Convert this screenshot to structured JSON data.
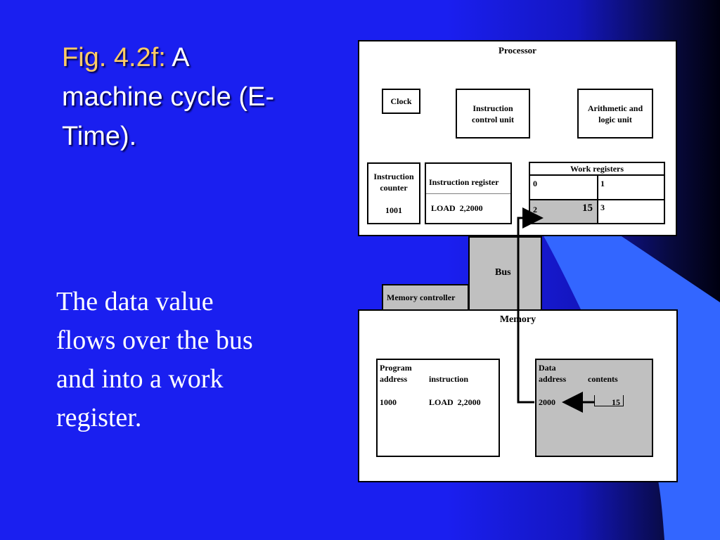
{
  "slide": {
    "title_fig": "Fig. 4.2f:",
    "title_rest": " A machine cycle (E-Time).",
    "body": "The data value flows over the bus and into a work register."
  },
  "processor": {
    "label": "Processor",
    "clock": "Clock",
    "icu": "Instruction control unit",
    "alu": "Arithmetic and logic unit",
    "ic_label": "Instruction counter",
    "ic_value": "1001",
    "ir_label": "Instruction register",
    "ir_value": "LOAD  2,2000",
    "wr_label": "Work registers",
    "wr": [
      "0",
      "1",
      "2",
      "3"
    ],
    "wr2_value": "15"
  },
  "bus": {
    "label": "Bus"
  },
  "memory_controller": {
    "label": "Memory controller"
  },
  "memory": {
    "label": "Memory",
    "program_header1": "Program",
    "program_header2": "address",
    "program_col2": "instruction",
    "program_addr": "1000",
    "program_instr": "LOAD  2,2000",
    "data_header1": "Data",
    "data_header2": "address",
    "data_col2": "contents",
    "data_addr": "2000",
    "data_value": "15"
  },
  "colors": {
    "background": "#1a1ff0",
    "title_fig": "#ffcc66",
    "decor": "#3366ff"
  }
}
